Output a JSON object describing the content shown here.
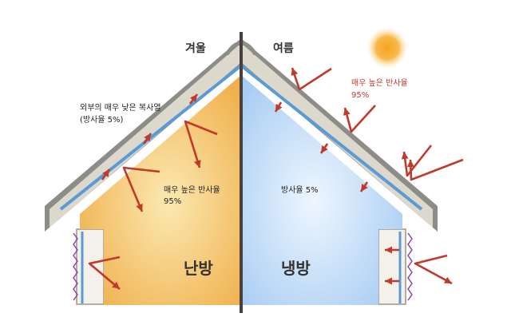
{
  "seasons": {
    "winter": "겨울",
    "summer": "여름"
  },
  "winter": {
    "outer_radiation_line1": "외부의 매우 낮은 복사열",
    "outer_radiation_line2": "(방사율 5%)",
    "reflectance_line1": "매우 높은 반사율",
    "reflectance_line2": "95%",
    "mode": "난방"
  },
  "summer": {
    "reflectance_line1": "매우 높은 반사율",
    "reflectance_line2": "95%",
    "emissivity": "방사율 5%",
    "mode": "냉방"
  },
  "colors": {
    "arrow": "#c0392b",
    "roof_outer": "#8c8c88",
    "roof_inner": "#d9d4c4",
    "insulation_blue": "#5b9bd5",
    "warm_center": "#fbe9b2",
    "warm_edge": "#eea73c",
    "cool_center": "#eef6ff",
    "cool_edge": "#9cc6f0",
    "divider": "#4a4040",
    "sun": "#f3a020",
    "wall_zigzag": "#8e44ad"
  },
  "icons": [
    "sun-icon"
  ]
}
